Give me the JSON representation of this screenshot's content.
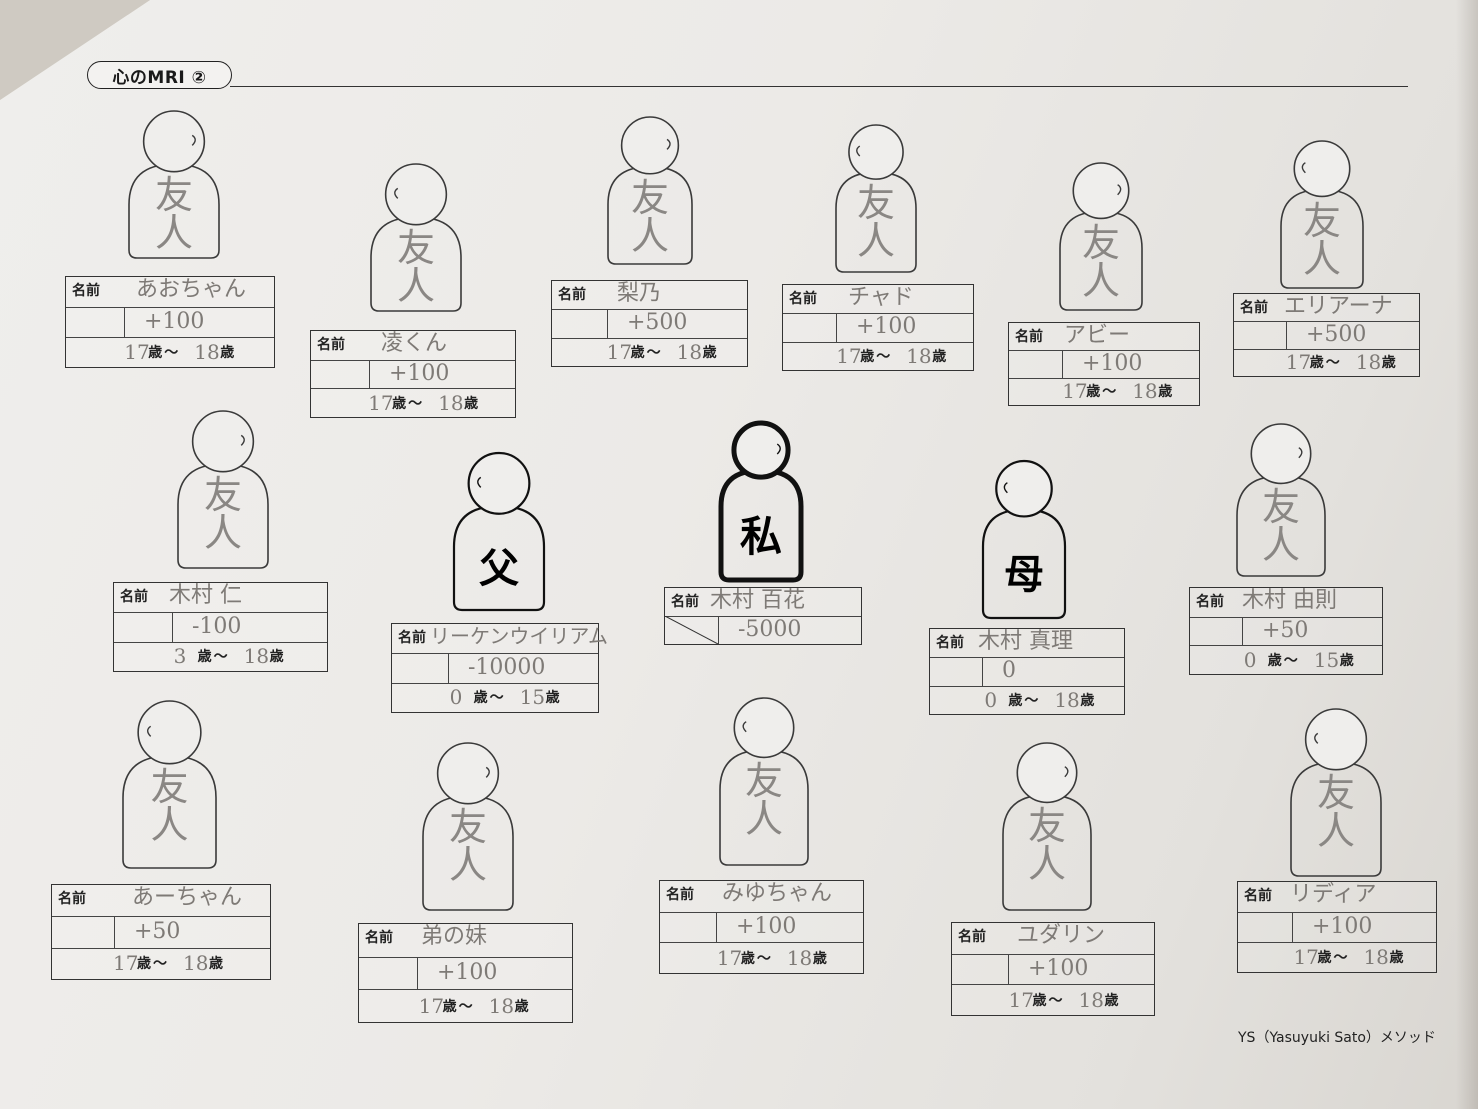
{
  "header": {
    "title": "心のMRI ②"
  },
  "footer": {
    "credit": "YS（Yasuyuki Sato）メソッド"
  },
  "labels": {
    "name": "名前",
    "age_suffix": "歳",
    "age_sep": "〜",
    "friend": "友人"
  },
  "figures": [
    {
      "id": "f1",
      "role": "friend",
      "name": "あおちゃん",
      "score": "+100",
      "age_from": "17",
      "age_to": "18"
    },
    {
      "id": "f2",
      "role": "friend",
      "name": "凌くん",
      "score": "+100",
      "age_from": "17",
      "age_to": "18"
    },
    {
      "id": "f3",
      "role": "friend",
      "name": "梨乃",
      "score": "+500",
      "age_from": "17",
      "age_to": "18"
    },
    {
      "id": "f4",
      "role": "friend",
      "name": "チャド",
      "score": "+100",
      "age_from": "17",
      "age_to": "18"
    },
    {
      "id": "f5",
      "role": "friend",
      "name": "アビー",
      "score": "+100",
      "age_from": "17",
      "age_to": "18"
    },
    {
      "id": "f6",
      "role": "friend",
      "name": "エリアーナ",
      "score": "+500",
      "age_from": "17",
      "age_to": "18"
    },
    {
      "id": "f7",
      "role": "friend",
      "name": "木村 仁",
      "score": "-100",
      "age_from": "3",
      "age_to": "18"
    },
    {
      "id": "father",
      "role": "father",
      "glyph": "父",
      "name": "リーケンウイリアム",
      "score": "-10000",
      "age_from": "0",
      "age_to": "15"
    },
    {
      "id": "self",
      "role": "self",
      "glyph": "私",
      "name": "木村 百花",
      "score": "-5000",
      "age_from": "",
      "age_to": ""
    },
    {
      "id": "mother",
      "role": "mother",
      "glyph": "母",
      "name": "木村 真理",
      "score": "0",
      "age_from": "0",
      "age_to": "18"
    },
    {
      "id": "f8",
      "role": "friend",
      "name": "木村 由則",
      "score": "+50",
      "age_from": "0",
      "age_to": "15"
    },
    {
      "id": "f9",
      "role": "friend",
      "name": "あーちゃん",
      "score": "+50",
      "age_from": "17",
      "age_to": "18"
    },
    {
      "id": "f10",
      "role": "friend",
      "name": "弟の妹",
      "score": "+100",
      "age_from": "17",
      "age_to": "18"
    },
    {
      "id": "f11",
      "role": "friend",
      "name": "みゆちゃん",
      "score": "+100",
      "age_from": "17",
      "age_to": "18"
    },
    {
      "id": "f12",
      "role": "friend",
      "name": "ユダリン",
      "score": "+100",
      "age_from": "17",
      "age_to": "18"
    },
    {
      "id": "f13",
      "role": "friend",
      "name": "リディア",
      "score": "+100",
      "age_from": "17",
      "age_to": "18"
    }
  ]
}
